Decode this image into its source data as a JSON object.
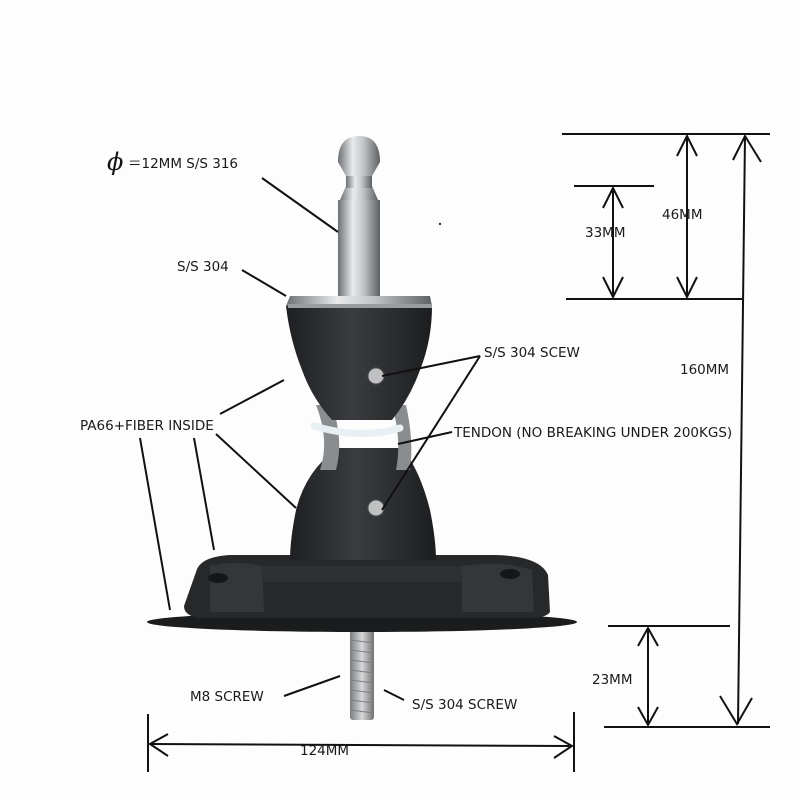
{
  "labels": {
    "phi_symbol": "ϕ",
    "pin_spec": "＝12MM S/S 316",
    "ring": "S/S 304",
    "upper_screw": "S/S 304 SCEW",
    "tendon": "TENDON (NO BREAKING UNDER 200KGS)",
    "body_material": "PA66+FIBER INSIDE",
    "m8_screw": "M8 SCREW",
    "bottom_screw": "S/S 304 SCREW"
  },
  "dimensions": {
    "pin_height": "33MM",
    "pin_to_ring": "46MM",
    "total_height": "160MM",
    "threaded_stud": "23MM",
    "base_diameter": "124MM"
  },
  "colors": {
    "body": "#2f3133",
    "steel": "#b9bcbf",
    "lines": "#111111",
    "tendon": "#e8f0f4"
  }
}
